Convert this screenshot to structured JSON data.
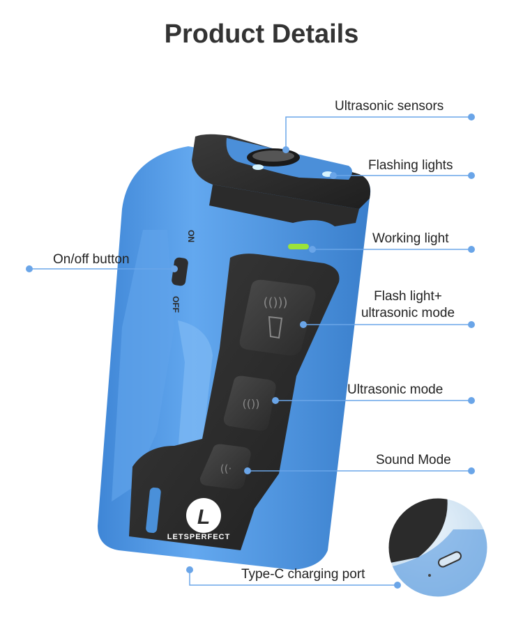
{
  "title": "Product Details",
  "brand": {
    "logo_letter": "L",
    "name": "LETSPERFECT"
  },
  "switch": {
    "on": "ON",
    "off": "OFF"
  },
  "callouts": {
    "ultrasonic_sensors": "Ultrasonic sensors",
    "flashing_lights": "Flashing lights",
    "working_light": "Working light",
    "on_off_button": "On/off button",
    "flash_ultrasonic_line1": "Flash light+",
    "flash_ultrasonic_line2": "ultrasonic mode",
    "ultrasonic_mode": "Ultrasonic mode",
    "sound_mode": "Sound Mode",
    "type_c": "Type-C charging port"
  },
  "colors": {
    "device_blue": "#4a90d9",
    "device_dark": "#2b2b2b",
    "callout_line": "#6aa5e8",
    "dot": "#6aa5e8",
    "indicator_green": "#9be33a",
    "title": "#333333"
  }
}
